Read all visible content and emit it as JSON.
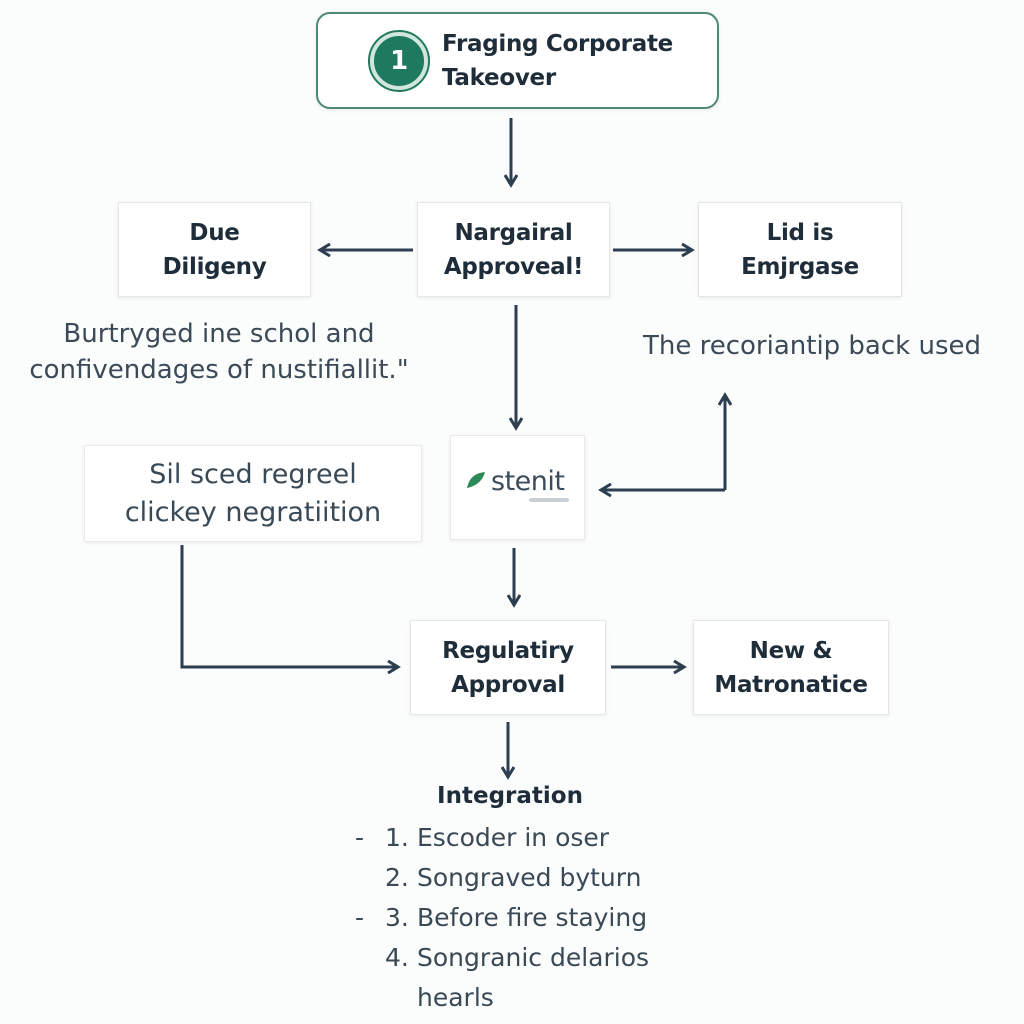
{
  "start": {
    "step": "1",
    "label": "Fraging Corporate\nTakeover"
  },
  "nodes": {
    "due_diligence": "Due\nDiligeny",
    "approval": "Nargairal\nApproveal!",
    "lid": "Lid is\nEmjrgase",
    "regulatory": "Regulatiry\nApproval",
    "new": "New &\nMatronatice"
  },
  "notes": {
    "left": "Burtryged ine schol and\nconfivendages of nustifiallit.\"",
    "right": "The recoriantip back used"
  },
  "negotiation": "Sil sced regreel\nclickey negratiition",
  "logo": {
    "text": "stenit"
  },
  "integration": {
    "title": "Integration",
    "items": [
      {
        "bullet": "-",
        "num": "1.",
        "text": "Escoder in oser"
      },
      {
        "bullet": "",
        "num": "2.",
        "text": "Songraved byturn"
      },
      {
        "bullet": "-",
        "num": "3.",
        "text": "Before fire staying"
      },
      {
        "bullet": "",
        "num": "4.",
        "text": "Songranic delarios\nhearls"
      }
    ]
  },
  "colors": {
    "accent": "#1e7a5e",
    "arrow": "#2c3e50",
    "border": "#4f8878"
  }
}
